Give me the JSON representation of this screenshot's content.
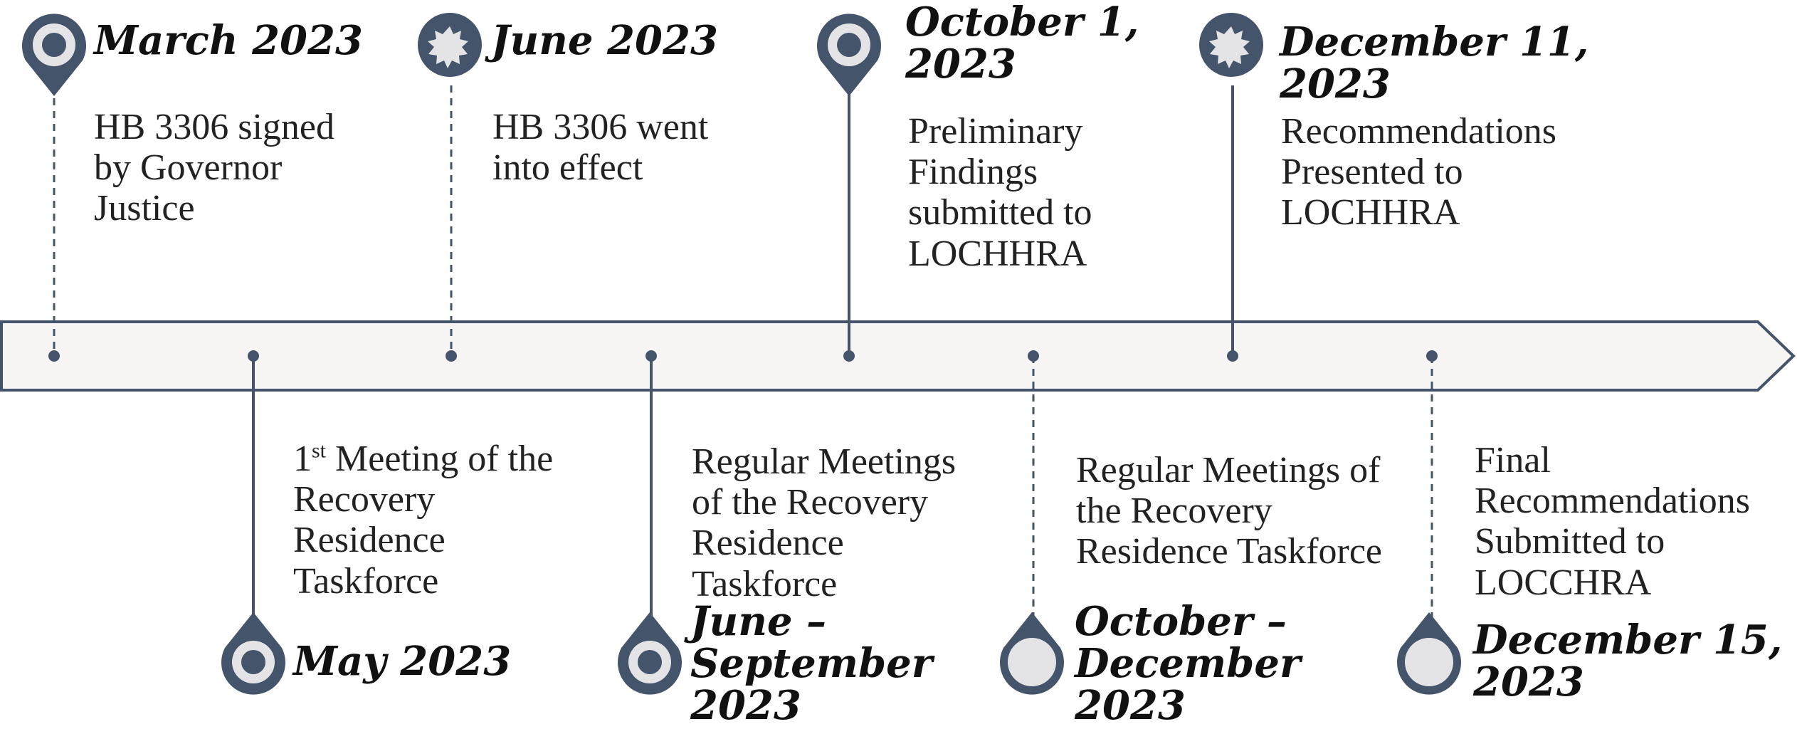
{
  "colors": {
    "accent": "#44546a",
    "bar_fill": "#f7f5f4",
    "bar_stroke": "#44546a",
    "marker_light": "#e4e4e6"
  },
  "milestones": [
    {
      "id": "m1",
      "date": "March 2023",
      "description": "HB 3306 signed\nby Governor\nJustice",
      "position": "above",
      "icon": "location-pin-icon",
      "line": "dashed"
    },
    {
      "id": "m2",
      "date": "May 2023",
      "description_sup": "st",
      "description_prefix": "1",
      "description": "Meeting of the\nRecovery\nResidence\nTaskforce",
      "position": "below",
      "icon": "location-pin-icon",
      "line": "solid"
    },
    {
      "id": "m3",
      "date": "June 2023",
      "description": "HB 3306 went\ninto effect",
      "position": "above",
      "icon": "starburst-icon",
      "line": "dashed"
    },
    {
      "id": "m4",
      "date": "June –\nSeptember\n2023",
      "description": "Regular Meetings\nof the Recovery\nResidence\nTaskforce",
      "position": "below",
      "icon": "location-pin-icon",
      "line": "solid"
    },
    {
      "id": "m5",
      "date": "October 1,\n2023",
      "description": "Preliminary\nFindings\nsubmitted to\nLOCHHRA",
      "position": "above",
      "icon": "location-pin-icon",
      "line": "solid"
    },
    {
      "id": "m6",
      "date": "October –\nDecember\n2023",
      "description": "Regular Meetings of\nthe Recovery\nResidence Taskforce",
      "position": "below",
      "icon": "location-pin-icon",
      "line": "dashed"
    },
    {
      "id": "m7",
      "date": "December 11,\n2023",
      "description": "Recommendations\nPresented to\nLOCHHRA",
      "position": "above",
      "icon": "starburst-icon",
      "line": "solid"
    },
    {
      "id": "m8",
      "date": "December 15,\n2023",
      "description": "Final\nRecommendations\nSubmitted to\nLOCCHRA",
      "position": "below",
      "icon": "location-pin-icon",
      "line": "dashed"
    }
  ]
}
